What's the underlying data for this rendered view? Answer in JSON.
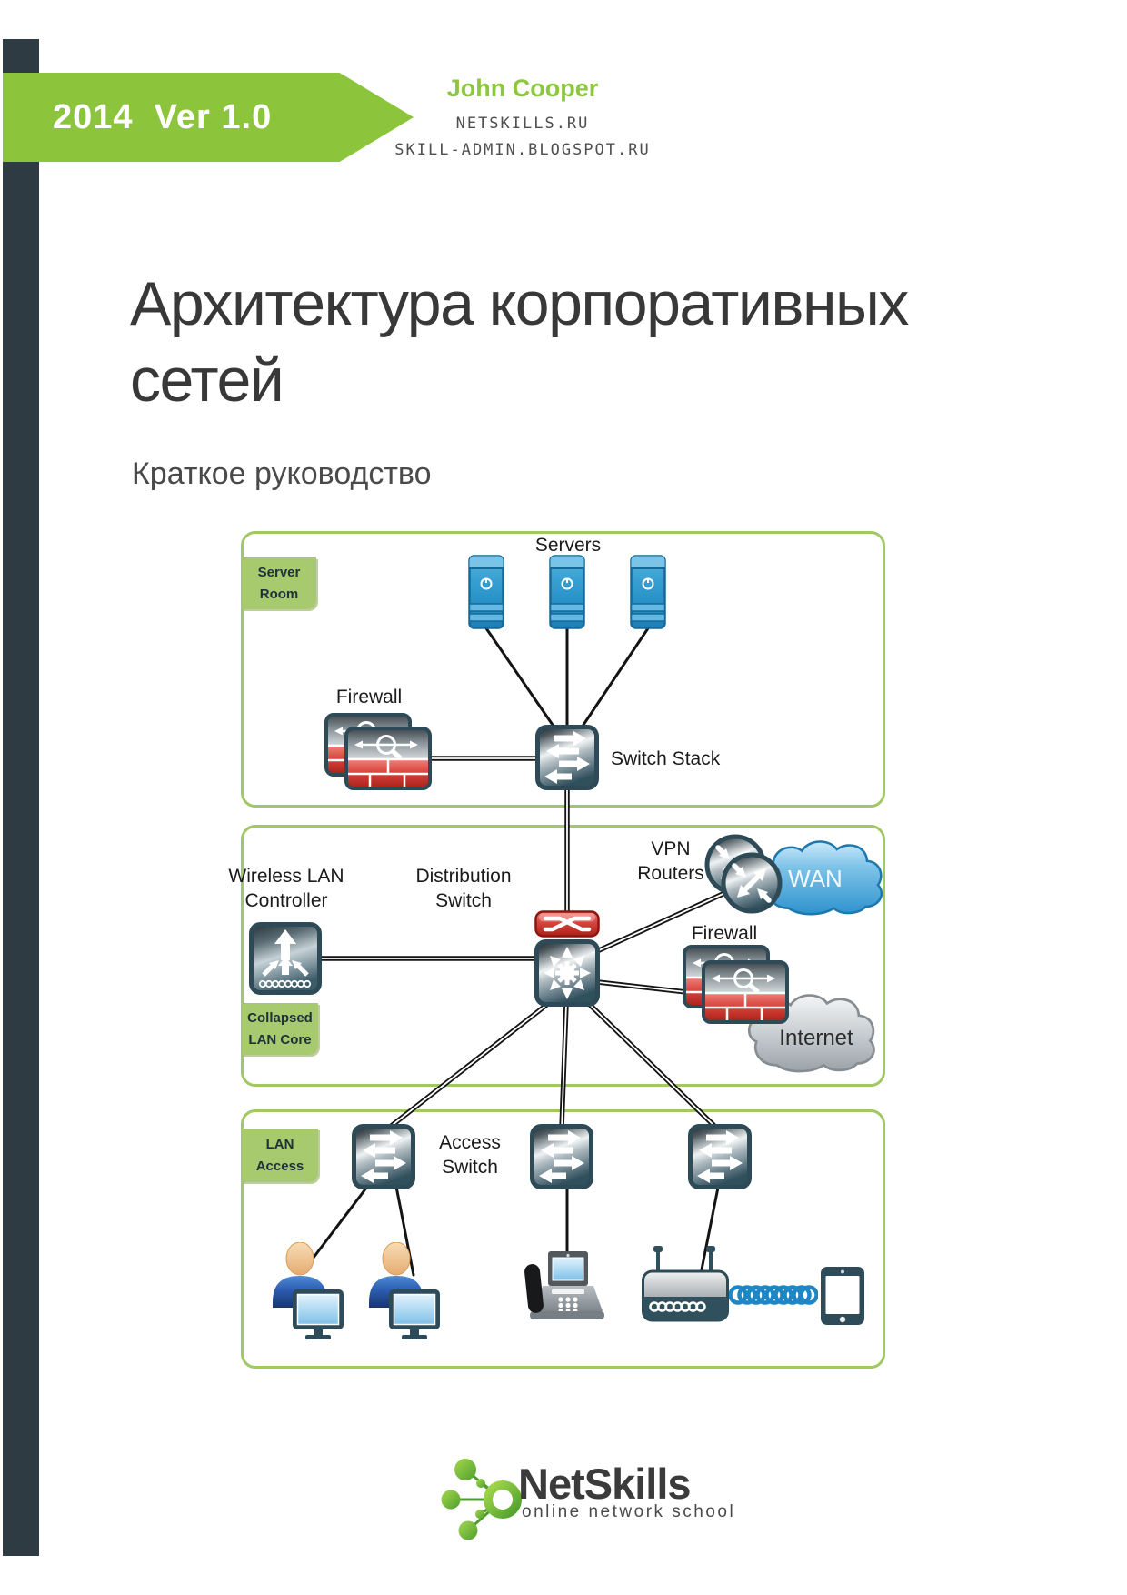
{
  "header": {
    "version_badge": "2014  Ver 1.0",
    "author": "John Cooper",
    "site_primary": "NETSKILLS.RU",
    "site_secondary": "SKILL-ADMIN.BLOGSPOT.RU"
  },
  "document": {
    "title_line1": "Архитектура корпоративных",
    "title_line2": "сетей",
    "subtitle": "Краткое руководство"
  },
  "diagram": {
    "zones": [
      {
        "id": "server-room",
        "label_line1": "Server",
        "label_line2": "Room"
      },
      {
        "id": "collapsed-lan-core",
        "label_line1": "Collapsed",
        "label_line2": "LAN Core"
      },
      {
        "id": "lan-access",
        "label_line1": "LAN",
        "label_line2": "Access"
      }
    ],
    "labels": {
      "servers": "Servers",
      "firewall_top": "Firewall",
      "switch_stack": "Switch Stack",
      "wlc_line1": "Wireless LAN",
      "wlc_line2": "Controller",
      "dist_line1": "Distribution",
      "dist_line2": "Switch",
      "vpn_line1": "VPN",
      "vpn_line2": "Routers",
      "wan": "WAN",
      "firewall_mid": "Firewall",
      "internet": "Internet",
      "access_line1": "Access",
      "access_line2": "Switch"
    },
    "icons": [
      "server-icon",
      "firewall-icon",
      "switch-stack-icon",
      "wireless-lan-controller-icon",
      "distribution-switch-icon",
      "multilayer-switch-icon",
      "vpn-router-icon",
      "wan-cloud-icon",
      "internet-cloud-icon",
      "access-switch-icon",
      "user-workstation-icon",
      "ip-phone-icon",
      "wireless-access-point-icon",
      "wifi-coil-icon",
      "tablet-icon"
    ],
    "colors": {
      "accent_green": "#8CC43C",
      "zone_border_green": "#A2C765",
      "zone_label_green": "#A8CA6F",
      "sidebar_dark": "#2E3B43",
      "icon_teal": "#2E4A57",
      "firewall_red": "#C8342E",
      "server_blue": "#2B95CA",
      "wan_blue": "#2F93CE",
      "internet_gray": "#AEB4B9"
    }
  },
  "footer": {
    "brand": "NetSkills",
    "tagline": "online network school"
  }
}
